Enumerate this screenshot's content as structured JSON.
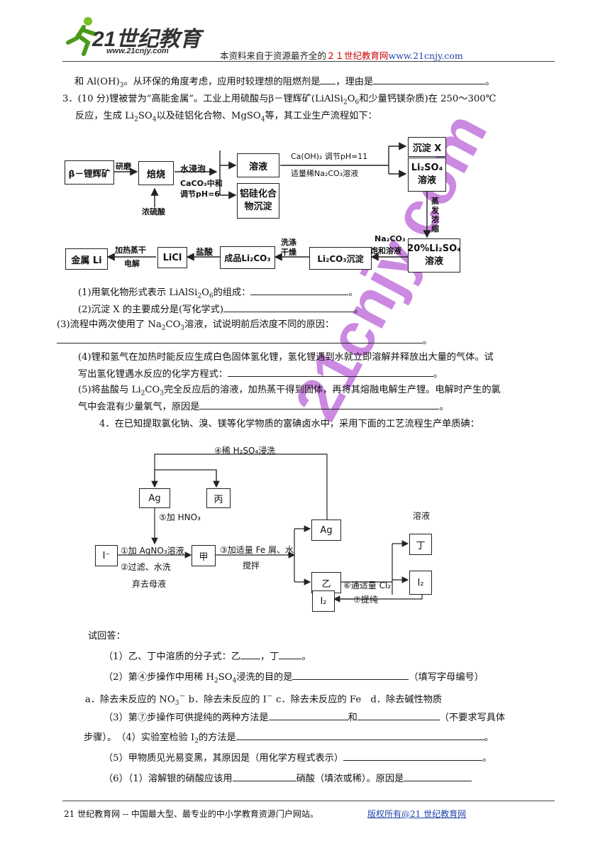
{
  "header": {
    "logo_text": "21世纪教育",
    "logo_url": "www.21cnjy.com",
    "note_prefix": "本资料来自于资源最齐全的",
    "note_red": "２１世纪教育网",
    "note_url": "www.21cnjy.com"
  },
  "watermark": "21cnjy.com",
  "lines": {
    "l1a": "和 Al(OH)",
    "l1b": "。从环保的角度考虑，应用时较理想的阻燃剂是",
    "l1c": "，理由是",
    "q3a": "3．(10 分)锂被誉为“高能金属”。工业上用硫酸与β－锂辉矿(LiAlSi",
    "q3b": "和少量钙镁杂质)在 250～300℃",
    "q3c": "反应，生成 Li",
    "q3d": "以及硅铝化合物、MgSO",
    "q3e": "等，其工业生产流程如下：",
    "s1": "(1)用氧化物形式表示 LiAlSi",
    "s1b": "的组成：",
    "s2": "(2)沉淀 X 的主要成分是(写化学式)",
    "s3": "(3)流程中两次使用了 Na",
    "s3b": "溶液，试说明前后浓度不同的原因：",
    "s4a": "(4)锂和氢气在加热时能反应生成白色固体氢化锂，氢化锂遇到水就立即溶解并释放出大量的气体。试",
    "s4b": "写出氢化锂遇水反应的化学方程式：",
    "s5a": "(5)将盐酸与 Li",
    "s5b": "完全反应后的溶液，加热蒸干得到固体，再将其熔融电解生产锂。电解时产生的氯",
    "s5c": "气中会混有少量氧气，原因是",
    "q4": "4．在已知提取氯化钠、溴、镁等化学物质的富碘卤水中，采用下面的工艺流程生产单质碘：",
    "ask": "试回答：",
    "a1a": "（1）乙、丁中溶质的分子式：乙",
    "a1b": "，丁",
    "a2a": "（2）第④步操作中用稀 H",
    "a2b": "浸洗的目的是",
    "a2c": "（填写字母编号）",
    "opts": "a．除去未反应的 NO",
    "opts2": "b．除去未反应的 I",
    "opts3": "c．除去未反应的 Fe　d．除去碱性物质",
    "a3a": "（3）第⑦步操作可供提纯的两种方法是",
    "a3b": "和",
    "a3c": "（不要求写具体",
    "a3d": "步骤）。　（4）实验室检验 I",
    "a3e": "的方法是",
    "a5": "（5）甲物质见光易变黑，其原因是（用化学方程式表示）",
    "a6a": "（6）（1）溶解银的硝酸应该用",
    "a6b": "硝酸（填浓或稀）。原因是"
  },
  "flow1": {
    "ore": "β－锂辉矿",
    "grind": "研磨",
    "roast": "焙烧",
    "acid": "浓硫酸",
    "soak": "水浸泡",
    "neutral1": "CaCO₃中和",
    "neutral2": "调节pH=6",
    "solution": "溶液",
    "alsi1": "铝硅化合",
    "alsi2": "物沉淀",
    "ca": "Ca(OH)₂ 调节pH=11",
    "na2co3": "适量稀Na₂CO₃溶液",
    "px": "沉淀 X",
    "li2so4a": "Li₂SO₄",
    "li2so4b": "溶液",
    "evap": "蒸发浓缩",
    "li20a": "20%Li₂SO₄",
    "li20b": "溶液",
    "satd1": "Na₂CO₃",
    "satd2": "饱和溶液",
    "li2co3p": "Li₂CO₃沉淀",
    "wash1": "洗涤",
    "wash2": "干燥",
    "product": "成品Li₂CO₃",
    "hcl": "盐酸",
    "licl": "LiCl",
    "heat1": "加热蒸干",
    "heat2": "电解",
    "metal": "金属 Li"
  },
  "flow2": {
    "step4": "④稀 H₂SO₄浸洗",
    "ag1": "Ag",
    "bing": "丙",
    "step5": "⑤加 HNO₃",
    "iminus": "I⁻",
    "step1": "①加 AgNO₃溶液",
    "step2": "②过滤、水洗",
    "discard": "弃去母液",
    "jia": "甲",
    "step3a": "③加适量 Fe 屑、水",
    "step3b": "搅拌",
    "ag2": "Ag",
    "yi": "乙",
    "step6": "⑥通适量 Cl₂",
    "rongye": "溶液",
    "ding": "丁",
    "i2a": "I₂",
    "step7": "⑦提纯",
    "i2b": "I₂"
  },
  "footer": {
    "left": "21 世纪教育网 -- 中国最大型、最专业的中小学教育资源门户网站。",
    "right": "版权所有@21 世纪教育网"
  }
}
